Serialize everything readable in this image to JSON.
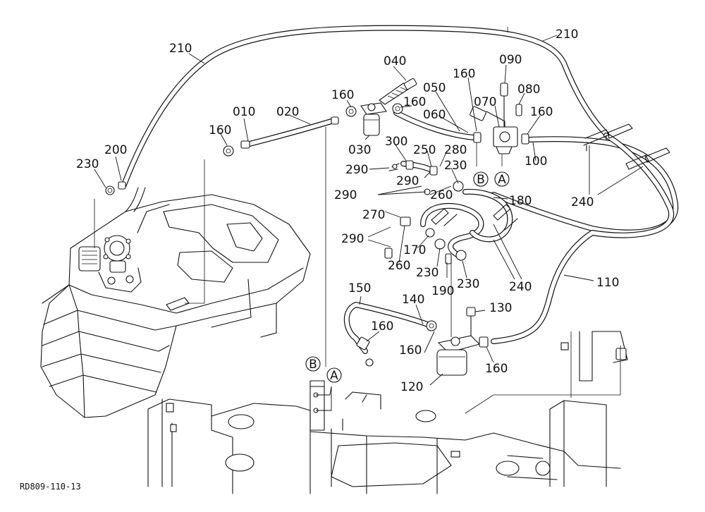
{
  "callouts": {
    "c210a": "210",
    "c210b": "210",
    "c200": "200",
    "c230a": "230",
    "c160a": "160",
    "c010": "010",
    "c020": "020",
    "c160b": "160",
    "c030": "030",
    "c040": "040",
    "c160c": "160",
    "c050": "050",
    "c060": "060",
    "c160d": "160",
    "c070": "070",
    "c090": "090",
    "c080": "080",
    "c160e": "160",
    "c100": "100",
    "c300": "300",
    "c250": "250",
    "c280": "280",
    "c290a": "290",
    "c290b": "290",
    "c230b": "230",
    "c290c": "290",
    "c260a": "260",
    "c270": "270",
    "c290d": "290",
    "c260b": "260",
    "c170": "170",
    "c230c": "230",
    "c190": "190",
    "c230d": "230",
    "c180": "180",
    "c240a": "240",
    "c240b": "240",
    "c110": "110",
    "c150": "150",
    "c140": "140",
    "c160f": "160",
    "c160g": "160",
    "c130": "130",
    "c160h": "160",
    "c120": "120"
  },
  "markers": {
    "b_top": "B",
    "a_top": "A",
    "b_low": "B",
    "a_low": "A"
  },
  "figure_ref": "RD809-110-13"
}
